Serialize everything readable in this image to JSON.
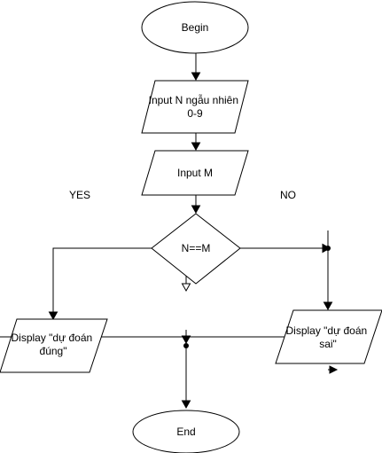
{
  "nodes": {
    "begin": {
      "text": [
        "Begin"
      ]
    },
    "input_n": {
      "text": [
        "Input N ngẫu nhiên",
        "0-9"
      ]
    },
    "input_m": {
      "text": [
        "Input M"
      ]
    },
    "decision": {
      "text": [
        "N==M"
      ]
    },
    "display_correct": {
      "text": [
        "Display \"dự đoán",
        "đúng\""
      ]
    },
    "display_wrong": {
      "text": [
        "Display \"dự đoán",
        "sai\""
      ]
    },
    "end": {
      "text": [
        "End"
      ]
    }
  },
  "labels": {
    "yes": "YES",
    "no": "NO"
  }
}
